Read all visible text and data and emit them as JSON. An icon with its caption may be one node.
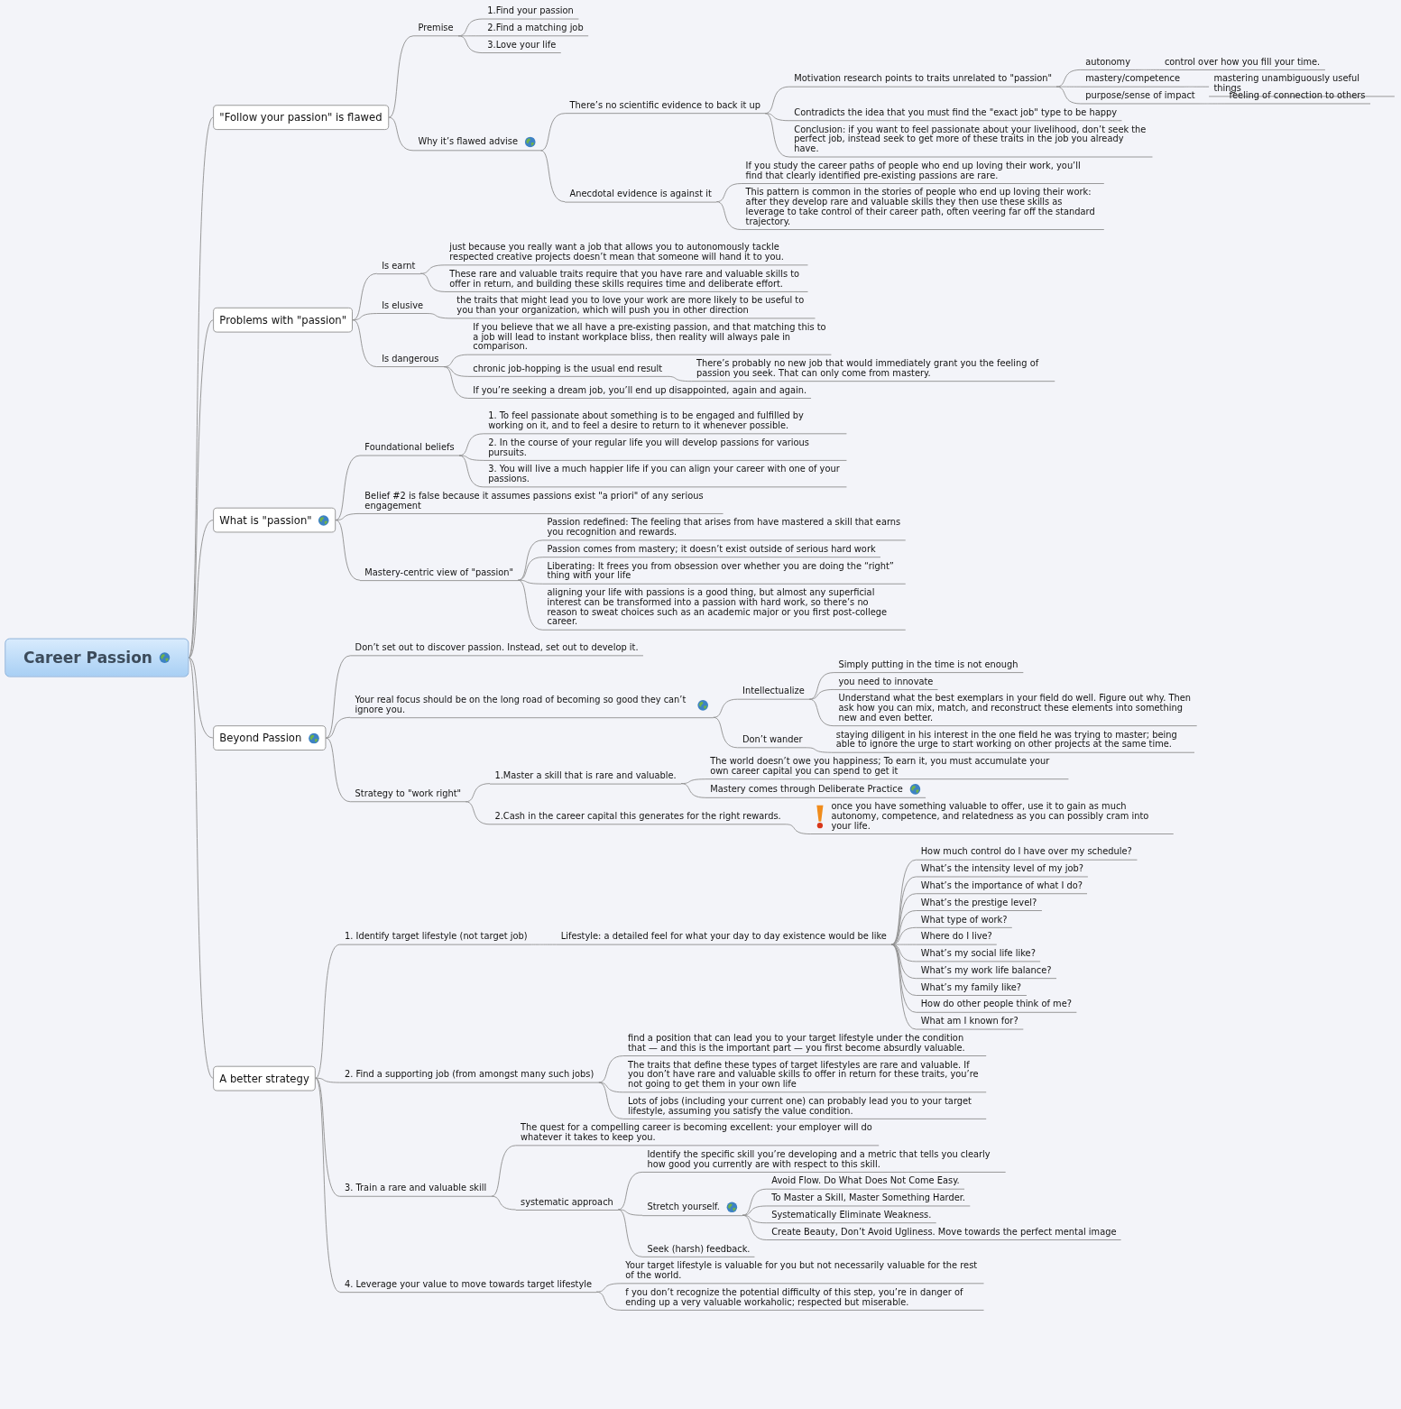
{
  "diagram": {
    "nodes": [
      {
        "text": [
          "Career Passion"
        ]
      },
      {
        "text": [
          "\"Follow your passion\" is flawed"
        ]
      },
      {
        "text": [
          "Premise"
        ]
      },
      {
        "text": [
          "1.Find your passion"
        ]
      },
      {
        "text": [
          "2.Find a matching job"
        ]
      },
      {
        "text": [
          "3.Love your life"
        ]
      },
      {
        "text": [
          "Why it’s flawed advise"
        ]
      },
      {
        "text": [
          "There’s no scientific evidence to back it up"
        ]
      },
      {
        "text": [
          "Motivation research points to traits unrelated to \"passion\""
        ]
      },
      {
        "text": [
          "autonomy"
        ]
      },
      {
        "text": [
          "control over how you fill your time."
        ]
      },
      {
        "text": [
          "mastery/competence"
        ]
      },
      {
        "text": [
          "mastering unambiguously useful things"
        ]
      },
      {
        "text": [
          "purpose/sense of impact"
        ]
      },
      {
        "text": [
          "feeling of connection to others"
        ]
      },
      {
        "text": [
          "Contradicts the idea that you must find the \"exact job\" type to be happy"
        ]
      },
      {
        "text": [
          "Conclusion: if you want to feel passionate about your livelihood, don’t seek the perfect job, instead seek to get more of these traits in the job you already have."
        ]
      },
      {
        "text": [
          "Anecdotal evidence is against it"
        ]
      },
      {
        "text": [
          "If you study the career paths of people who end up loving their work, you’ll find that clearly identified pre-existing passions are rare."
        ]
      },
      {
        "text": [
          "This pattern is common in the stories of people who end up loving their work: after they develop rare and valuable skills they then use these skills as leverage to take control of their career path, often veering far off the standard trajectory."
        ]
      },
      {
        "text": [
          "Problems with \"passion\""
        ]
      },
      {
        "text": [
          "Is earnt"
        ]
      },
      {
        "text": [
          "just because you really want a job that allows you to autonomously tackle respected creative projects doesn’t mean that someone will hand it to you."
        ]
      },
      {
        "text": [
          "These rare and valuable traits require that you have rare and valuable skills to offer in return, and building these skills requires time and deliberate effort."
        ]
      },
      {
        "text": [
          "Is elusive"
        ]
      },
      {
        "text": [
          "the traits that might lead you to love your work are more likely to be useful to you than your organization, which will push you in other direction"
        ]
      },
      {
        "text": [
          "Is dangerous"
        ]
      },
      {
        "text": [
          "If you believe that we all have a pre-existing passion, and that matching this to a job will lead to instant workplace bliss, then reality will always pale in comparison."
        ]
      },
      {
        "text": [
          "chronic job-hopping is the usual end result"
        ]
      },
      {
        "text": [
          "There’s probably no new job that would immediately grant you the feeling of passion you seek. That can only come from mastery."
        ]
      },
      {
        "text": [
          "If you’re seeking a dream job, you’ll end up disappointed, again and again."
        ]
      },
      {
        "text": [
          "What is \"passion\""
        ]
      },
      {
        "text": [
          "Foundational beliefs"
        ]
      },
      {
        "text": [
          "1. To feel passionate about something is to be engaged and fulfilled by working on it, and to feel a desire to return to it whenever possible."
        ]
      },
      {
        "text": [
          "2. In the course of your regular life you will develop passions for various pursuits."
        ]
      },
      {
        "text": [
          "3. You will live a much happier life if you can align your career with one of your passions."
        ]
      },
      {
        "text": [
          "Belief #2 is false because it assumes passions exist \"a priori\" of any serious engagement"
        ]
      },
      {
        "text": [
          "Mastery-centric view of \"passion\""
        ]
      },
      {
        "text": [
          "Passion redefined: The feeling that arises from have mastered a skill that earns you recognition and rewards."
        ]
      },
      {
        "text": [
          "Passion comes from mastery; it doesn’t exist outside of serious hard work"
        ]
      },
      {
        "text": [
          "Liberating: It frees you from obsession over whether you are doing the “right” thing with your life"
        ]
      },
      {
        "text": [
          "aligning your life with passions is a good thing, but almost any superficial interest can be transformed into a passion with hard work, so there’s no reason to sweat choices such as an academic major or you first post-college career."
        ]
      },
      {
        "text": [
          "Beyond Passion"
        ]
      },
      {
        "text": [
          "Don’t set out to discover passion. Instead, set out to develop it."
        ]
      },
      {
        "text": [
          "Your real focus should be on the long road of becoming so good they can’t ignore you."
        ]
      },
      {
        "text": [
          "Intellectualize"
        ]
      },
      {
        "text": [
          "Simply putting in the time is not enough"
        ]
      },
      {
        "text": [
          "you need to innovate"
        ]
      },
      {
        "text": [
          "Understand what the best exemplars in your field do well. Figure out why. Then ask how you can mix, match, and reconstruct these elements into something new and even better."
        ]
      },
      {
        "text": [
          "Don’t wander"
        ]
      },
      {
        "text": [
          "staying diligent in his interest in the one field he was trying to master; being able to ignore the urge to start working on other projects at the same time."
        ]
      },
      {
        "text": [
          "Strategy to \"work right\""
        ]
      },
      {
        "text": [
          "1.Master a skill that is rare and valuable."
        ]
      },
      {
        "text": [
          "The world doesn’t owe you happiness; To earn it, you must accumulate your own career capital you can spend to get it"
        ]
      },
      {
        "text": [
          "Mastery comes through Deliberate Practice"
        ]
      },
      {
        "text": [
          "2.Cash in the career capital this generates for the right rewards."
        ]
      },
      {
        "text": [
          "once you have something valuable to offer, use it to gain as much autonomy, competence, and relatedness as you can possibly cram into your life."
        ]
      },
      {
        "text": [
          "A better strategy"
        ]
      },
      {
        "text": [
          "1. Identify target lifestyle (not target job)"
        ]
      },
      {
        "text": [
          "Lifestyle: a detailed feel for what your day to day existence would be like"
        ]
      },
      {
        "text": [
          "How much control do I have over my schedule?"
        ]
      },
      {
        "text": [
          "What’s the intensity level of my job?"
        ]
      },
      {
        "text": [
          "What’s the importance of what I do?"
        ]
      },
      {
        "text": [
          "What’s the prestige level?"
        ]
      },
      {
        "text": [
          "What type of work?"
        ]
      },
      {
        "text": [
          "Where do I live?"
        ]
      },
      {
        "text": [
          "What’s my social life like?"
        ]
      },
      {
        "text": [
          "What’s my work life balance?"
        ]
      },
      {
        "text": [
          "What’s my family like?"
        ]
      },
      {
        "text": [
          "How do other people think of me?"
        ]
      },
      {
        "text": [
          "What am I known for?"
        ]
      },
      {
        "text": [
          "2. Find a supporting job (from amongst many such jobs)"
        ]
      },
      {
        "text": [
          "find a position that can lead you to your target lifestyle under the condition that — and this is the important part — you first become absurdly valuable."
        ]
      },
      {
        "text": [
          "The traits that define these types of target lifestyles are rare and valuable. If you don’t have rare and valuable skills to offer in return for these traits, you’re not going to get them in your own life"
        ]
      },
      {
        "text": [
          "Lots of jobs (including your current one) can probably lead you to your target lifestyle, assuming you satisfy the value condition."
        ]
      },
      {
        "text": [
          "3. Train a rare and valuable skill"
        ]
      },
      {
        "text": [
          "The quest for a compelling career is becoming excellent:  your employer will do whatever it takes to keep you."
        ]
      },
      {
        "text": [
          "systematic approach"
        ]
      },
      {
        "text": [
          "Identify the specific skill you’re developing and a metric that tells you clearly how good you currently are with respect to this skill."
        ]
      },
      {
        "text": [
          "Stretch yourself."
        ]
      },
      {
        "text": [
          "Avoid Flow. Do What Does Not Come Easy."
        ]
      },
      {
        "text": [
          "To Master a Skill, Master Something Harder."
        ]
      },
      {
        "text": [
          "Systematically Eliminate Weakness."
        ]
      },
      {
        "text": [
          "Create Beauty, Don’t Avoid Ugliness. Move towards the perfect mental image"
        ]
      },
      {
        "text": [
          "Seek (harsh) feedback."
        ]
      },
      {
        "text": [
          "4. Leverage your value to move towards target lifestyle"
        ]
      },
      {
        "text": [
          "Your target lifestyle is valuable for you but not necessarily valuable for the rest of the world."
        ]
      },
      {
        "text": [
          "f you don’t recognize the potential difficulty of this step, you’re in danger of ending up a very valuable workaholic; respected but miserable."
        ]
      }
    ],
    "edges": [
      {
        "from": 0,
        "to": 1,
        "arrow": "none"
      },
      {
        "from": 1,
        "to": 2,
        "arrow": "none"
      },
      {
        "from": 2,
        "to": 3,
        "arrow": "none"
      },
      {
        "from": 2,
        "to": 4,
        "arrow": "none"
      },
      {
        "from": 2,
        "to": 5,
        "arrow": "none"
      },
      {
        "from": 1,
        "to": 6,
        "arrow": "none"
      },
      {
        "from": 6,
        "to": 7,
        "arrow": "none"
      },
      {
        "from": 7,
        "to": 8,
        "arrow": "none"
      },
      {
        "from": 8,
        "to": 9,
        "arrow": "none"
      },
      {
        "from": 9,
        "to": 10,
        "arrow": "none"
      },
      {
        "from": 8,
        "to": 11,
        "arrow": "none"
      },
      {
        "from": 11,
        "to": 12,
        "arrow": "none"
      },
      {
        "from": 8,
        "to": 13,
        "arrow": "none"
      },
      {
        "from": 13,
        "to": 14,
        "arrow": "none"
      },
      {
        "from": 7,
        "to": 15,
        "arrow": "none"
      },
      {
        "from": 7,
        "to": 16,
        "arrow": "none"
      },
      {
        "from": 6,
        "to": 17,
        "arrow": "none"
      },
      {
        "from": 17,
        "to": 18,
        "arrow": "none"
      },
      {
        "from": 17,
        "to": 19,
        "arrow": "none"
      },
      {
        "from": 0,
        "to": 20,
        "arrow": "none"
      },
      {
        "from": 20,
        "to": 21,
        "arrow": "none"
      },
      {
        "from": 21,
        "to": 22,
        "arrow": "none"
      },
      {
        "from": 21,
        "to": 23,
        "arrow": "none"
      },
      {
        "from": 20,
        "to": 24,
        "arrow": "none"
      },
      {
        "from": 24,
        "to": 25,
        "arrow": "none"
      },
      {
        "from": 20,
        "to": 26,
        "arrow": "none"
      },
      {
        "from": 26,
        "to": 27,
        "arrow": "none"
      },
      {
        "from": 26,
        "to": 28,
        "arrow": "none"
      },
      {
        "from": 28,
        "to": 29,
        "arrow": "none"
      },
      {
        "from": 26,
        "to": 30,
        "arrow": "none"
      },
      {
        "from": 0,
        "to": 31,
        "arrow": "none"
      },
      {
        "from": 31,
        "to": 32,
        "arrow": "none"
      },
      {
        "from": 32,
        "to": 33,
        "arrow": "none"
      },
      {
        "from": 32,
        "to": 34,
        "arrow": "none"
      },
      {
        "from": 32,
        "to": 35,
        "arrow": "none"
      },
      {
        "from": 31,
        "to": 36,
        "arrow": "none"
      },
      {
        "from": 31,
        "to": 37,
        "arrow": "none"
      },
      {
        "from": 37,
        "to": 38,
        "arrow": "none"
      },
      {
        "from": 37,
        "to": 39,
        "arrow": "none"
      },
      {
        "from": 37,
        "to": 40,
        "arrow": "none"
      },
      {
        "from": 37,
        "to": 41,
        "arrow": "none"
      },
      {
        "from": 0,
        "to": 42,
        "arrow": "none"
      },
      {
        "from": 42,
        "to": 43,
        "arrow": "none"
      },
      {
        "from": 42,
        "to": 44,
        "arrow": "none"
      },
      {
        "from": 44,
        "to": 45,
        "arrow": "none"
      },
      {
        "from": 45,
        "to": 46,
        "arrow": "none"
      },
      {
        "from": 45,
        "to": 47,
        "arrow": "none"
      },
      {
        "from": 45,
        "to": 48,
        "arrow": "none"
      },
      {
        "from": 44,
        "to": 49,
        "arrow": "none"
      },
      {
        "from": 49,
        "to": 50,
        "arrow": "none"
      },
      {
        "from": 42,
        "to": 51,
        "arrow": "none"
      },
      {
        "from": 51,
        "to": 52,
        "arrow": "none"
      },
      {
        "from": 52,
        "to": 53,
        "arrow": "none"
      },
      {
        "from": 52,
        "to": 54,
        "arrow": "none"
      },
      {
        "from": 51,
        "to": 55,
        "arrow": "none"
      },
      {
        "from": 55,
        "to": 56,
        "arrow": "none"
      },
      {
        "from": 0,
        "to": 57,
        "arrow": "none"
      },
      {
        "from": 57,
        "to": 58,
        "arrow": "none"
      },
      {
        "from": 58,
        "to": 59,
        "arrow": "none"
      },
      {
        "from": 59,
        "to": 60,
        "arrow": "none"
      },
      {
        "from": 59,
        "to": 61,
        "arrow": "none"
      },
      {
        "from": 59,
        "to": 62,
        "arrow": "none"
      },
      {
        "from": 59,
        "to": 63,
        "arrow": "none"
      },
      {
        "from": 59,
        "to": 64,
        "arrow": "none"
      },
      {
        "from": 59,
        "to": 65,
        "arrow": "none"
      },
      {
        "from": 59,
        "to": 66,
        "arrow": "none"
      },
      {
        "from": 59,
        "to": 67,
        "arrow": "none"
      },
      {
        "from": 59,
        "to": 68,
        "arrow": "none"
      },
      {
        "from": 59,
        "to": 69,
        "arrow": "none"
      },
      {
        "from": 59,
        "to": 70,
        "arrow": "none"
      },
      {
        "from": 57,
        "to": 71,
        "arrow": "none"
      },
      {
        "from": 71,
        "to": 72,
        "arrow": "none"
      },
      {
        "from": 71,
        "to": 73,
        "arrow": "none"
      },
      {
        "from": 71,
        "to": 74,
        "arrow": "none"
      },
      {
        "from": 57,
        "to": 75,
        "arrow": "none"
      },
      {
        "from": 75,
        "to": 76,
        "arrow": "none"
      },
      {
        "from": 75,
        "to": 77,
        "arrow": "none"
      },
      {
        "from": 77,
        "to": 78,
        "arrow": "none"
      },
      {
        "from": 77,
        "to": 79,
        "arrow": "none"
      },
      {
        "from": 79,
        "to": 80,
        "arrow": "none"
      },
      {
        "from": 79,
        "to": 81,
        "arrow": "none"
      },
      {
        "from": 79,
        "to": 82,
        "arrow": "none"
      },
      {
        "from": 79,
        "to": 83,
        "arrow": "none"
      },
      {
        "from": 77,
        "to": 84,
        "arrow": "none"
      },
      {
        "from": 57,
        "to": 85,
        "arrow": "none"
      },
      {
        "from": 85,
        "to": 86,
        "arrow": "none"
      },
      {
        "from": 85,
        "to": 87,
        "arrow": "none"
      }
    ]
  }
}
